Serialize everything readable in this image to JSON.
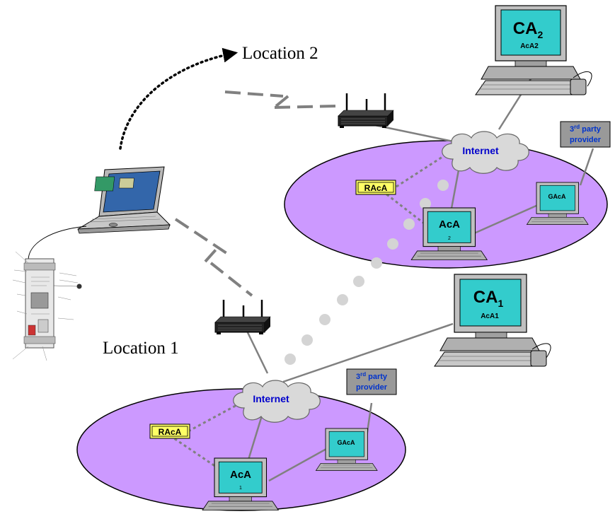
{
  "locations": {
    "location_1": "Location 1",
    "location_2": "Location 2"
  },
  "networks": {
    "upper": {
      "internet": "Internet",
      "racA": "RAcA",
      "acA": "AcA",
      "acA_sub": "2",
      "gacA": "GAcA",
      "provider_line1": "3",
      "provider_sup": "rd",
      "provider_line1_rest": " party",
      "provider_line2": "provider"
    },
    "lower": {
      "internet": "Internet",
      "racA": "RAcA",
      "acA": "AcA",
      "acA_sub": "1",
      "gacA": "GAcA",
      "provider_line1": "3",
      "provider_sup": "rd",
      "provider_line1_rest": " party",
      "provider_line2": "provider"
    }
  },
  "cas": {
    "ca2_main": "CA",
    "ca2_sub": "2",
    "ca2_label": "AcA2",
    "ca1_main": "CA",
    "ca1_sub": "1",
    "ca1_label": "AcA1"
  },
  "colors": {
    "ellipse": "#cc99ff",
    "screen": "#33cccc",
    "racA_fill": "#ffff66",
    "provider_fill": "#999999",
    "provider_text": "#0033cc",
    "internet_text": "#0000cc",
    "cloud": "#d9d9d9",
    "link": "#808080"
  }
}
